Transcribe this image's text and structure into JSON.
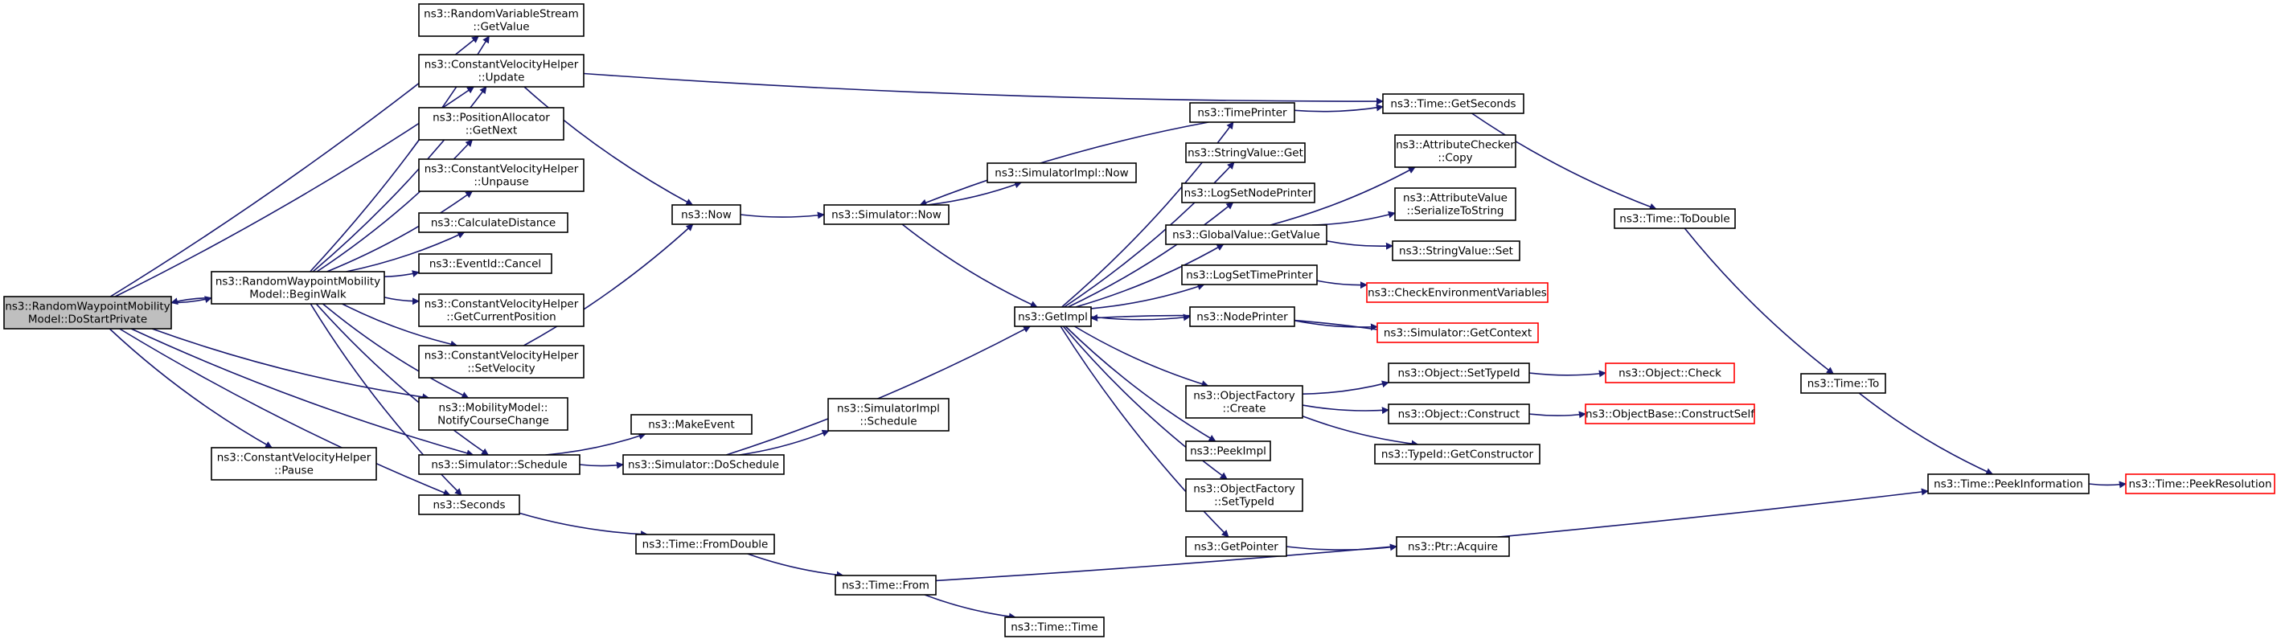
{
  "diagram": {
    "title": "",
    "nodes": [
      {
        "id": "root",
        "lines": [
          "ns3::RandomWaypointMobility",
          "Model::DoStartPrivate"
        ],
        "style": "root"
      },
      {
        "id": "beginwalk",
        "lines": [
          "ns3::RandomWaypointMobility",
          "Model::BeginWalk"
        ],
        "style": "normal"
      },
      {
        "id": "cvh_pause",
        "lines": [
          "ns3::ConstantVelocityHelper",
          "::Pause"
        ],
        "style": "normal"
      },
      {
        "id": "rvs_getvalue",
        "lines": [
          "ns3::RandomVariableStream",
          "::GetValue"
        ],
        "style": "normal"
      },
      {
        "id": "cvh_update",
        "lines": [
          "ns3::ConstantVelocityHelper",
          "::Update"
        ],
        "style": "normal"
      },
      {
        "id": "posalloc",
        "lines": [
          "ns3::PositionAllocator",
          "::GetNext"
        ],
        "style": "normal"
      },
      {
        "id": "cvh_unpause",
        "lines": [
          "ns3::ConstantVelocityHelper",
          "::Unpause"
        ],
        "style": "normal"
      },
      {
        "id": "calcdist",
        "lines": [
          "ns3::CalculateDistance"
        ],
        "style": "normal"
      },
      {
        "id": "eventcancel",
        "lines": [
          "ns3::EventId::Cancel"
        ],
        "style": "normal"
      },
      {
        "id": "cvh_getpos",
        "lines": [
          "ns3::ConstantVelocityHelper",
          "::GetCurrentPosition"
        ],
        "style": "normal"
      },
      {
        "id": "cvh_setvel",
        "lines": [
          "ns3::ConstantVelocityHelper",
          "::SetVelocity"
        ],
        "style": "normal"
      },
      {
        "id": "mm_notify",
        "lines": [
          "ns3::MobilityModel::",
          "NotifyCourseChange"
        ],
        "style": "normal"
      },
      {
        "id": "sim_schedule",
        "lines": [
          "ns3::Simulator::Schedule"
        ],
        "style": "normal"
      },
      {
        "id": "seconds",
        "lines": [
          "ns3::Seconds"
        ],
        "style": "normal"
      },
      {
        "id": "now",
        "lines": [
          "ns3::Now"
        ],
        "style": "normal"
      },
      {
        "id": "makeevent",
        "lines": [
          "ns3::MakeEvent"
        ],
        "style": "normal"
      },
      {
        "id": "sim_doschedule",
        "lines": [
          "ns3::Simulator::DoSchedule"
        ],
        "style": "normal"
      },
      {
        "id": "fromdouble",
        "lines": [
          "ns3::Time::FromDouble"
        ],
        "style": "normal"
      },
      {
        "id": "sim_now",
        "lines": [
          "ns3::Simulator::Now"
        ],
        "style": "normal"
      },
      {
        "id": "simimpl_now",
        "lines": [
          "ns3::SimulatorImpl::Now"
        ],
        "style": "normal"
      },
      {
        "id": "simimpl_schedule",
        "lines": [
          "ns3::SimulatorImpl",
          "::Schedule"
        ],
        "style": "normal"
      },
      {
        "id": "time_from",
        "lines": [
          "ns3::Time::From"
        ],
        "style": "normal"
      },
      {
        "id": "getimpl",
        "lines": [
          "ns3::GetImpl"
        ],
        "style": "normal"
      },
      {
        "id": "time_time",
        "lines": [
          "ns3::Time::Time"
        ],
        "style": "normal"
      },
      {
        "id": "timeprinter",
        "lines": [
          "ns3::TimePrinter"
        ],
        "style": "normal"
      },
      {
        "id": "stringvalue_get",
        "lines": [
          "ns3::StringValue::Get"
        ],
        "style": "normal"
      },
      {
        "id": "logsetnodeprinter",
        "lines": [
          "ns3::LogSetNodePrinter"
        ],
        "style": "normal"
      },
      {
        "id": "gv_getvalue",
        "lines": [
          "ns3::GlobalValue::GetValue"
        ],
        "style": "normal"
      },
      {
        "id": "logsettimeprinter",
        "lines": [
          "ns3::LogSetTimePrinter"
        ],
        "style": "normal"
      },
      {
        "id": "nodeprinter",
        "lines": [
          "ns3::NodePrinter"
        ],
        "style": "normal"
      },
      {
        "id": "of_create",
        "lines": [
          "ns3::ObjectFactory",
          "::Create"
        ],
        "style": "normal"
      },
      {
        "id": "peekimpl",
        "lines": [
          "ns3::PeekImpl"
        ],
        "style": "normal"
      },
      {
        "id": "of_settypeid",
        "lines": [
          "ns3::ObjectFactory",
          "::SetTypeId"
        ],
        "style": "normal"
      },
      {
        "id": "getpointer",
        "lines": [
          "ns3::GetPointer"
        ],
        "style": "normal"
      },
      {
        "id": "time_getseconds",
        "lines": [
          "ns3::Time::GetSeconds"
        ],
        "style": "normal"
      },
      {
        "id": "ac_copy",
        "lines": [
          "ns3::AttributeChecker",
          "::Copy"
        ],
        "style": "normal"
      },
      {
        "id": "av_serialize",
        "lines": [
          "ns3::AttributeValue",
          "::SerializeToString"
        ],
        "style": "normal"
      },
      {
        "id": "stringvalue_set",
        "lines": [
          "ns3::StringValue::Set"
        ],
        "style": "normal"
      },
      {
        "id": "checkenv",
        "lines": [
          "ns3::CheckEnvironmentVariables"
        ],
        "style": "truncated"
      },
      {
        "id": "sim_getcontext",
        "lines": [
          "ns3::Simulator::GetContext"
        ],
        "style": "truncated"
      },
      {
        "id": "obj_settypeid",
        "lines": [
          "ns3::Object::SetTypeId"
        ],
        "style": "normal"
      },
      {
        "id": "obj_construct",
        "lines": [
          "ns3::Object::Construct"
        ],
        "style": "normal"
      },
      {
        "id": "typeid_getctor",
        "lines": [
          "ns3::TypeId::GetConstructor"
        ],
        "style": "normal"
      },
      {
        "id": "ptr_acquire",
        "lines": [
          "ns3::Ptr::Acquire"
        ],
        "style": "normal"
      },
      {
        "id": "obj_check",
        "lines": [
          "ns3::Object::Check"
        ],
        "style": "truncated"
      },
      {
        "id": "objbase_constructself",
        "lines": [
          "ns3::ObjectBase::ConstructSelf"
        ],
        "style": "truncated"
      },
      {
        "id": "time_todouble",
        "lines": [
          "ns3::Time::ToDouble"
        ],
        "style": "normal"
      },
      {
        "id": "time_to",
        "lines": [
          "ns3::Time::To"
        ],
        "style": "normal"
      },
      {
        "id": "time_peekinfo",
        "lines": [
          "ns3::Time::PeekInformation"
        ],
        "style": "normal"
      },
      {
        "id": "time_peekres",
        "lines": [
          "ns3::Time::PeekResolution"
        ],
        "style": "truncated"
      }
    ],
    "edges": [
      [
        "root",
        "beginwalk"
      ],
      [
        "root",
        "cvh_pause"
      ],
      [
        "root",
        "rvs_getvalue"
      ],
      [
        "root",
        "cvh_update"
      ],
      [
        "root",
        "mm_notify"
      ],
      [
        "root",
        "sim_schedule"
      ],
      [
        "root",
        "seconds"
      ],
      [
        "beginwalk",
        "root"
      ],
      [
        "beginwalk",
        "rvs_getvalue"
      ],
      [
        "beginwalk",
        "cvh_update"
      ],
      [
        "beginwalk",
        "posalloc"
      ],
      [
        "beginwalk",
        "cvh_unpause"
      ],
      [
        "beginwalk",
        "calcdist"
      ],
      [
        "beginwalk",
        "eventcancel"
      ],
      [
        "beginwalk",
        "cvh_getpos"
      ],
      [
        "beginwalk",
        "cvh_setvel"
      ],
      [
        "beginwalk",
        "mm_notify"
      ],
      [
        "beginwalk",
        "sim_schedule"
      ],
      [
        "beginwalk",
        "seconds"
      ],
      [
        "cvh_update",
        "now"
      ],
      [
        "cvh_update",
        "time_getseconds"
      ],
      [
        "cvh_setvel",
        "now"
      ],
      [
        "sim_schedule",
        "makeevent"
      ],
      [
        "sim_schedule",
        "sim_doschedule"
      ],
      [
        "seconds",
        "fromdouble"
      ],
      [
        "now",
        "sim_now"
      ],
      [
        "sim_now",
        "simimpl_now"
      ],
      [
        "sim_now",
        "getimpl"
      ],
      [
        "sim_doschedule",
        "simimpl_schedule"
      ],
      [
        "sim_doschedule",
        "getimpl"
      ],
      [
        "fromdouble",
        "time_from"
      ],
      [
        "time_from",
        "time_time"
      ],
      [
        "time_from",
        "time_peekinfo"
      ],
      [
        "getimpl",
        "timeprinter"
      ],
      [
        "getimpl",
        "stringvalue_get"
      ],
      [
        "getimpl",
        "logsetnodeprinter"
      ],
      [
        "getimpl",
        "gv_getvalue"
      ],
      [
        "getimpl",
        "logsettimeprinter"
      ],
      [
        "getimpl",
        "nodeprinter"
      ],
      [
        "getimpl",
        "of_create"
      ],
      [
        "getimpl",
        "peekimpl"
      ],
      [
        "getimpl",
        "of_settypeid"
      ],
      [
        "getimpl",
        "getpointer"
      ],
      [
        "timeprinter",
        "sim_now"
      ],
      [
        "timeprinter",
        "time_getseconds"
      ],
      [
        "gv_getvalue",
        "ac_copy"
      ],
      [
        "gv_getvalue",
        "av_serialize"
      ],
      [
        "gv_getvalue",
        "stringvalue_set"
      ],
      [
        "logsettimeprinter",
        "checkenv"
      ],
      [
        "nodeprinter",
        "sim_getcontext"
      ],
      [
        "sim_getcontext",
        "getimpl"
      ],
      [
        "of_create",
        "obj_settypeid"
      ],
      [
        "of_create",
        "obj_construct"
      ],
      [
        "of_create",
        "typeid_getctor"
      ],
      [
        "obj_settypeid",
        "obj_check"
      ],
      [
        "obj_construct",
        "objbase_constructself"
      ],
      [
        "getpointer",
        "ptr_acquire"
      ],
      [
        "time_getseconds",
        "time_todouble"
      ],
      [
        "time_todouble",
        "time_to"
      ],
      [
        "time_to",
        "time_peekinfo"
      ],
      [
        "time_peekinfo",
        "time_peekres"
      ]
    ]
  },
  "colors": {
    "edge": "#191970",
    "root_fill": "#bfbfbf",
    "node_border": "#000000",
    "truncated_border": "#ff0000",
    "background": "#ffffff"
  }
}
